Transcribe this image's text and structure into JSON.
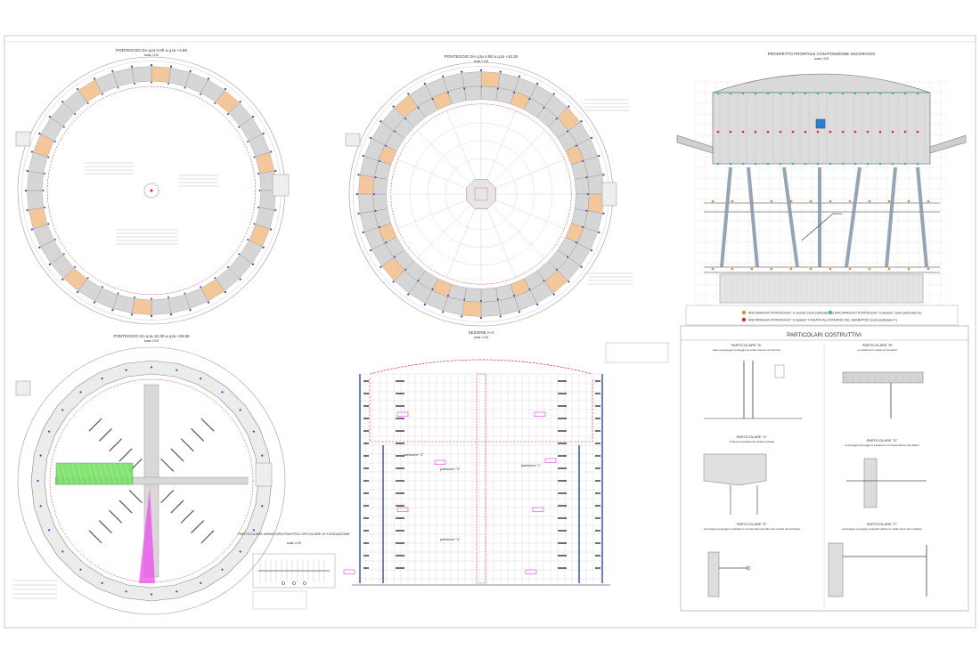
{
  "sheet": {
    "plan1": {
      "title": "PONTEGGIO DA q.ta 0.00 a q.ta +4.80",
      "scale": "scala 1:100"
    },
    "plan2": {
      "title": "PONTEGGIO DA q.ta 4.80 a q.ta +10.30",
      "scale": "scala 1:100"
    },
    "plan3": {
      "title": "PONTEGGIO DA q.ta 10.30 a q.ta +29.58",
      "scale": "scala 1:100"
    },
    "elevation": {
      "title": "PROSPETTO FRONTALE CON POSIZIONE ANCORAGGI",
      "scale": "scala 1:100",
      "legend": [
        {
          "text": "ANCORAGGIO PONTEGGIO \"a rosetta\" (vedi particolare A)",
          "color": "#e8892a"
        },
        {
          "text": "ANCORAGGIO PONTEGGIO \"a tassello\" (vedi particolare E)",
          "color": "#2fc49a"
        },
        {
          "text": "ANCORAGGIO PONTEGGIO \"a tassello\" FISSATO ALL'INTERNO DEL SERBATOIO (vedi particolare F)",
          "color": "#e02828"
        }
      ]
    },
    "section": {
      "title": "SEZIONE A-A",
      "scale": "scala 1:100",
      "labels": {
        "p2": "partizione \"2\"",
        "p1": "partizione \"1\"",
        "p3": "partizione \"3\"",
        "p4": "partizione \"4\""
      }
    },
    "foundation": {
      "title": "PARTICOLARE ARMATURA PIASTRA CIRCOLARE DI FONDAZIONE",
      "scale": "scala 1:100"
    },
    "details": {
      "title": "PARTICOLARI COSTRUTTIVI",
      "items": [
        {
          "title": "PARTICOLARE \"A\"",
          "sub": "base di appoggio ponteggio su solaio camera di manovra"
        },
        {
          "title": "PARTICOLARE \"B\"",
          "sub": "puntellamento solaio di interpiano"
        },
        {
          "title": "PARTICOLARE \"C\"",
          "sub": "schema puntellamento sbalzo anulare"
        },
        {
          "title": "PARTICOLARE \"D\"",
          "sub": "ancoraggio ponteggio a travatura in corrispondenza dei pilastri"
        },
        {
          "title": "PARTICOLARE \"E\"",
          "sub": "ancoraggio ponteggio a tassello in corrispondenza delle travi anulari del serbatoio"
        },
        {
          "title": "PARTICOLARE \"F\"",
          "sub": "ancoraggio ponteggio a tassello all'interno della vasca del serbatoio"
        }
      ]
    },
    "colors": {
      "line": "#7a7a7a",
      "blue": "#2b46d8",
      "red": "#e02828",
      "orange": "#f3c79a",
      "green": "#6fe05a",
      "magenta": "#ee55ee"
    }
  }
}
